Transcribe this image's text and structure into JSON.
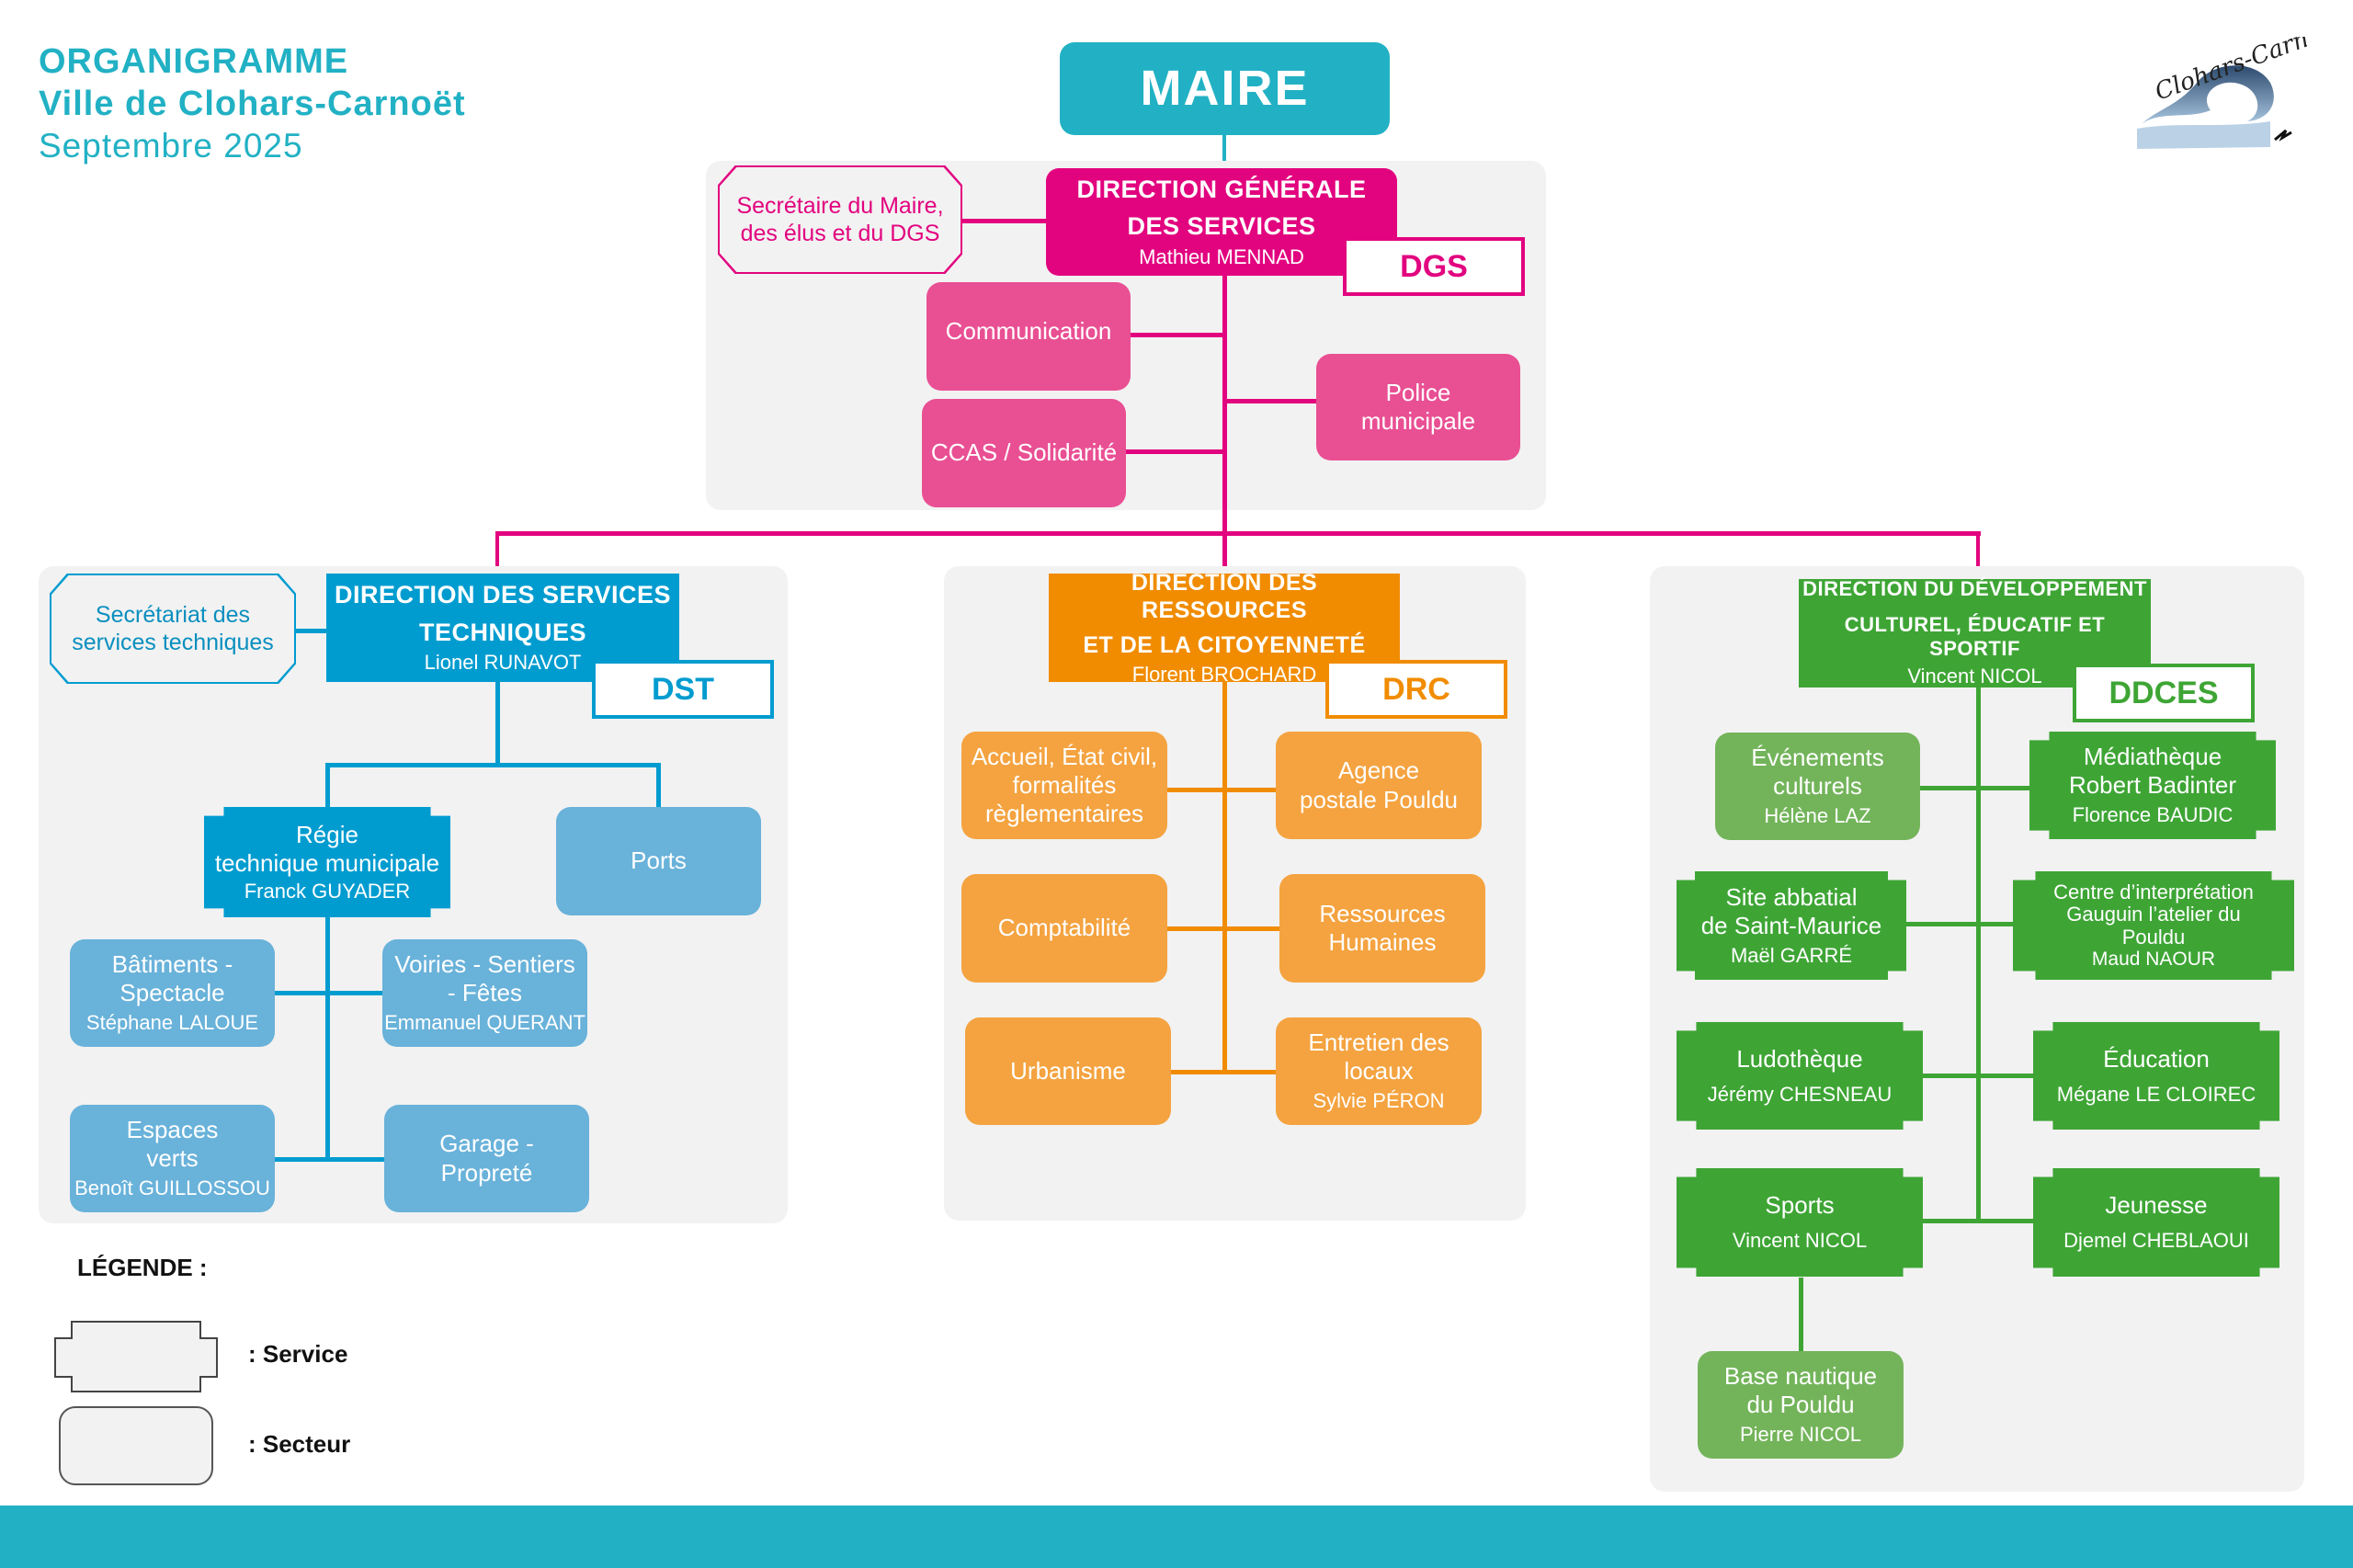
{
  "header": {
    "title": "ORGANIGRAMME",
    "subtitle": "Ville de Clohars-Carnoët",
    "date": "Septembre 2025"
  },
  "logo": {
    "text": "Clohars-Carnoët",
    "icon": "wave-logo-icon"
  },
  "colors": {
    "maire": "#22b1c4",
    "dgs": "#e2037f",
    "dgs_sector": "#e94f93",
    "dst": "#009cd0",
    "dst_sector": "#69b2da",
    "drc": "#f18c00",
    "drc_sector": "#f4a340",
    "ddces": "#3ea535",
    "ddces_sector": "#73b45a",
    "panel": "#f2f2f2",
    "footer": "#22b1c4"
  },
  "maire": {
    "label": "MAIRE"
  },
  "dgs": {
    "title_line1": "DIRECTION GÉNÉRALE",
    "title_line2": "DES SERVICES",
    "head": "Mathieu MENNAD",
    "tag": "DGS",
    "secretary": {
      "line1": "Secrétaire du Maire,",
      "line2": "des élus et du DGS"
    },
    "units": [
      {
        "label": "Communication"
      },
      {
        "label": "CCAS / Solidarité"
      },
      {
        "label_line1": "Police",
        "label_line2": "municipale"
      }
    ]
  },
  "dst": {
    "title_line1": "DIRECTION DES SERVICES",
    "title_line2": "TECHNIQUES",
    "head": "Lionel RUNAVOT",
    "tag": "DST",
    "secretary": {
      "line1": "Secrétariat des",
      "line2": "services techniques"
    },
    "regie": {
      "line1": "Régie",
      "line2": "technique municipale",
      "head": "Franck GUYADER"
    },
    "ports": {
      "label": "Ports"
    },
    "units": [
      {
        "line1": "Bâtiments -",
        "line2": "Spectacle",
        "head": "Stéphane LALOUE"
      },
      {
        "line1": "Voiries - Sentiers",
        "line2": "- Fêtes",
        "head": "Emmanuel QUERANT"
      },
      {
        "line1": "Espaces",
        "line2": "verts",
        "head": "Benoît GUILLOSSOU"
      },
      {
        "line1": "Garage -",
        "line2": "Propreté"
      }
    ]
  },
  "drc": {
    "title_line1": "DIRECTION DES RESSOURCES",
    "title_line2": "ET DE LA CITOYENNETÉ",
    "head": "Florent BROCHARD",
    "tag": "DRC",
    "units": [
      {
        "line1": "Accueil, État civil,",
        "line2": "formalités",
        "line3": "règlementaires"
      },
      {
        "line1": "Agence",
        "line2": "postale Pouldu"
      },
      {
        "line1": "Comptabilité"
      },
      {
        "line1": "Ressources",
        "line2": "Humaines"
      },
      {
        "line1": "Urbanisme"
      },
      {
        "line1": "Entretien des",
        "line2": "locaux",
        "head": "Sylvie PÉRON"
      }
    ]
  },
  "ddces": {
    "title_line1": "DIRECTION DU DÉVELOPPEMENT",
    "title_line2": "CULTUREL, ÉDUCATIF ET SPORTIF",
    "head": "Vincent NICOL",
    "tag": "DDCES",
    "units": [
      {
        "line1": "Événements",
        "line2": "culturels",
        "head": "Hélène LAZ"
      },
      {
        "line1": "Médiathèque",
        "line2": "Robert Badinter",
        "head": "Florence BAUDIC"
      },
      {
        "line1": "Site abbatial",
        "line2": "de Saint-Maurice",
        "head": "Maël GARRÉ"
      },
      {
        "line1": "Centre d’interprétation",
        "line2": "Gauguin l’atelier du",
        "line3": "Pouldu",
        "head": "Maud NAOUR"
      },
      {
        "line1": "Ludothèque",
        "head": "Jérémy CHESNEAU"
      },
      {
        "line1": "Éducation",
        "head": "Mégane LE CLOIREC"
      },
      {
        "line1": "Sports",
        "head": "Vincent NICOL"
      },
      {
        "line1": "Jeunesse",
        "head": "Djemel CHEBLAOUI"
      },
      {
        "line1": "Base nautique",
        "line2": "du Pouldu",
        "head": "Pierre NICOL"
      }
    ]
  },
  "legend": {
    "title": "LÉGENDE :",
    "service": ": Service",
    "secteur": ": Secteur"
  }
}
